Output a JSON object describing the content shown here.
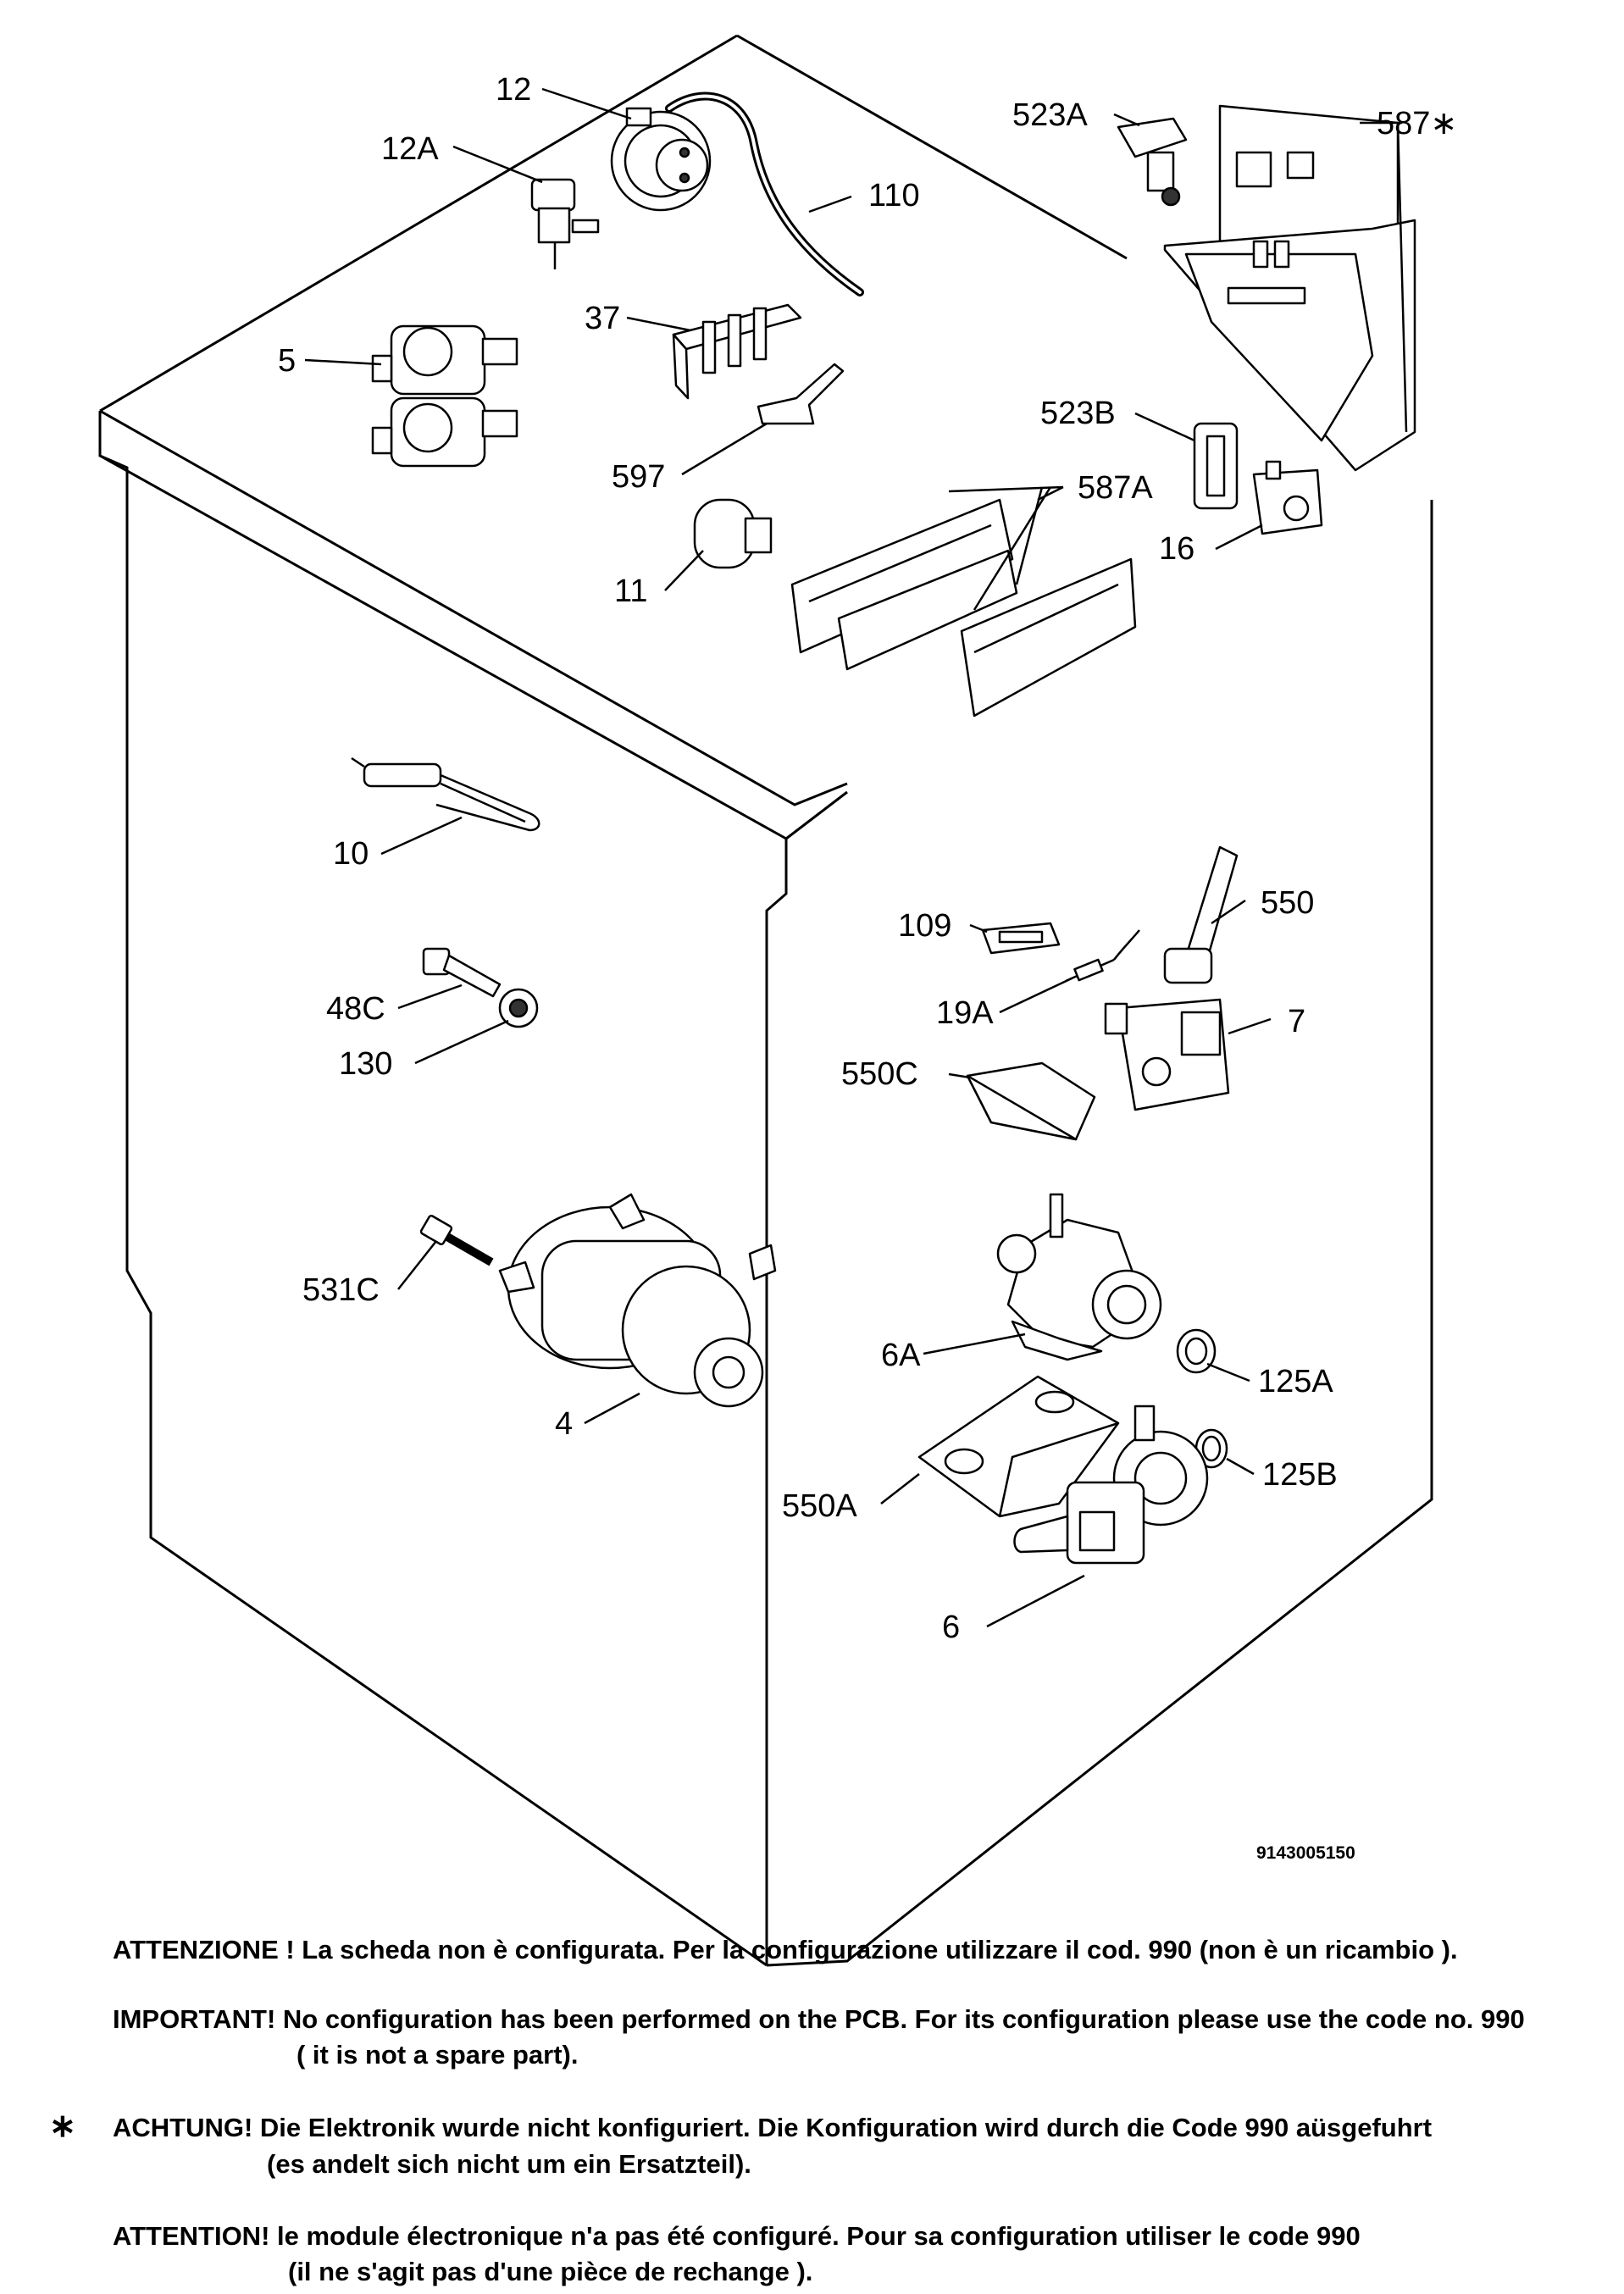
{
  "drawing_code": "9143005150",
  "parts": [
    {
      "id": "p12",
      "label": "12",
      "name": "pressure-switch-12"
    },
    {
      "id": "p12a",
      "label": "12A",
      "name": "pressure-switch-12a"
    },
    {
      "id": "p110",
      "label": "110",
      "name": "pressure-hose-110"
    },
    {
      "id": "p5",
      "label": "5",
      "name": "inlet-valve-5"
    },
    {
      "id": "p37",
      "label": "37",
      "name": "terminal-block-37"
    },
    {
      "id": "p597",
      "label": "597",
      "name": "clip-597"
    },
    {
      "id": "p11",
      "label": "11",
      "name": "capacitor-11"
    },
    {
      "id": "p523a",
      "label": "523A",
      "name": "part-523a"
    },
    {
      "id": "p587s",
      "label": "587∗",
      "name": "electronic-module-587"
    },
    {
      "id": "p523b",
      "label": "523B",
      "name": "part-523b"
    },
    {
      "id": "p587a",
      "label": "587A",
      "name": "control-boards-587a"
    },
    {
      "id": "p16",
      "label": "16",
      "name": "filter-16"
    },
    {
      "id": "p10",
      "label": "10",
      "name": "heating-element-10"
    },
    {
      "id": "p48c",
      "label": "48C",
      "name": "ntc-sensor-48c"
    },
    {
      "id": "p130",
      "label": "130",
      "name": "nut-130"
    },
    {
      "id": "p109",
      "label": "109",
      "name": "part-109"
    },
    {
      "id": "p550",
      "label": "550",
      "name": "door-lock-lever-550"
    },
    {
      "id": "p19a",
      "label": "19A",
      "name": "sensor-19a"
    },
    {
      "id": "p7",
      "label": "7",
      "name": "door-interlock-7"
    },
    {
      "id": "p550c",
      "label": "550C",
      "name": "cover-550c"
    },
    {
      "id": "p531c",
      "label": "531C",
      "name": "screw-531c"
    },
    {
      "id": "p4",
      "label": "4",
      "name": "motor-4"
    },
    {
      "id": "p6a",
      "label": "6A",
      "name": "pump-housing-6a"
    },
    {
      "id": "p125a",
      "label": "125A",
      "name": "seal-125a"
    },
    {
      "id": "p550a",
      "label": "550A",
      "name": "pad-550a"
    },
    {
      "id": "p125b",
      "label": "125B",
      "name": "seal-125b"
    },
    {
      "id": "p6",
      "label": "6",
      "name": "drain-pump-6"
    }
  ],
  "notes": {
    "it": "ATTENZIONE ! La scheda non è  configurata. Per la configurazione utilizzare il cod. 990 (non è un ricambio ).",
    "en_1": "IMPORTANT! No configuration has been performed on the PCB. For its configuration please use the code no. 990",
    "en_2": "( it is not a spare part).",
    "star": "∗",
    "de_1": "ACHTUNG! Die Elektronik wurde nicht konfiguriert. Die Konfiguration wird durch die Code 990 aüsgefuhrt",
    "de_2": "(es andelt sich nicht um ein Ersatzteil).",
    "fr_1": "ATTENTION! le module électronique n'a pas été configuré. Pour  sa configuration utiliser le code 990",
    "fr_2": "(il ne s'agit pas d'une pièce de rechange )."
  }
}
